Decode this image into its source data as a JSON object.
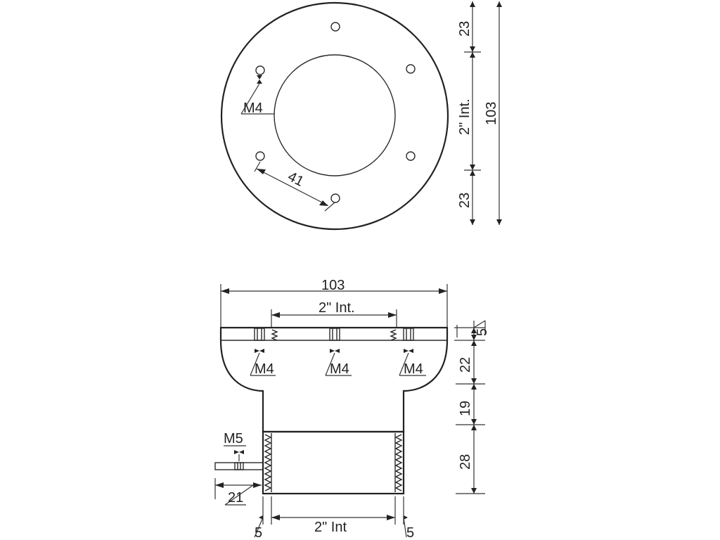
{
  "top_view": {
    "hole_label": "M4",
    "pitch_label": "41",
    "dim_top": "23",
    "dim_bore": "2\" Int.",
    "dim_bottom": "23",
    "dim_overall": "103"
  },
  "side_view": {
    "overall_width": "103",
    "bore_width": "2\" Int.",
    "flange_thickness": "5",
    "hole_label_left": "M4",
    "hole_label_mid": "M4",
    "hole_label_right": "M4",
    "dim_22": "22",
    "dim_19": "19",
    "dim_28": "28",
    "side_hole_label": "M5",
    "side_dim_21": "21",
    "bottom_bore": "2\" Int",
    "bottom_wall_left": "5",
    "bottom_wall_right": "5"
  }
}
